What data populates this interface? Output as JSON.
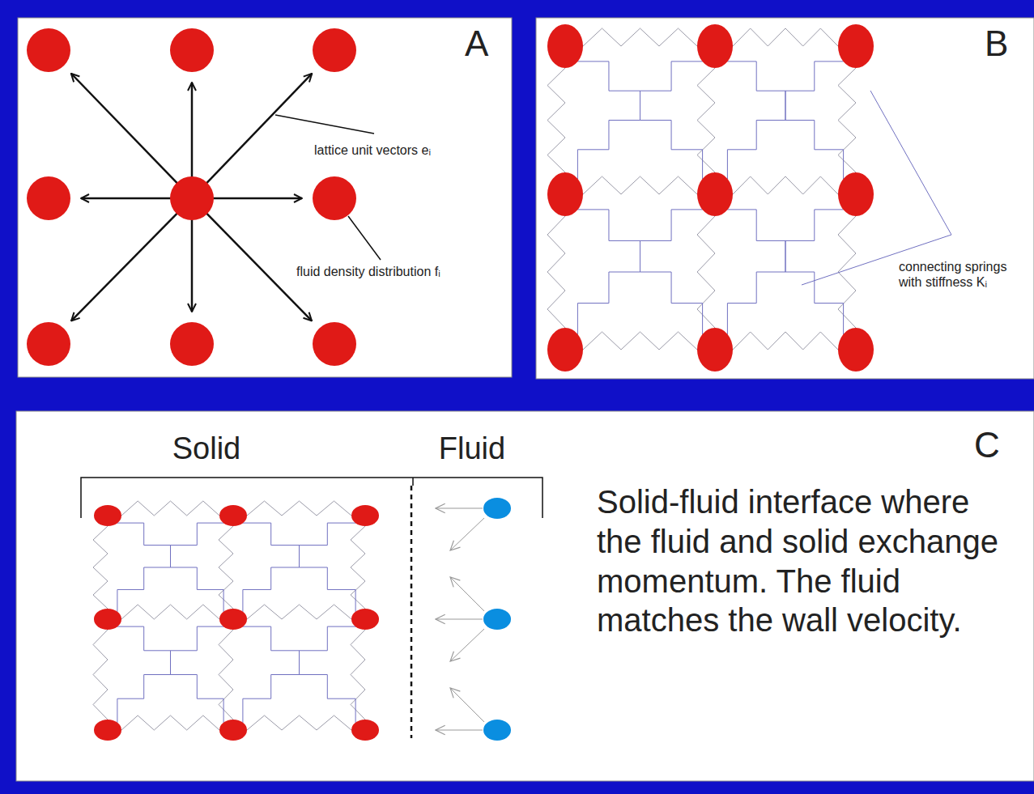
{
  "diagram": {
    "labels": [
      "A",
      "B",
      "C",
      "lattice unit vectors eᵢ",
      "fluid density distribution fᵢ",
      "connecting springs with stiffness Kᵢ",
      "Solid",
      "Fluid",
      "Solid-fluid interface where the fluid and solid exchange momentum. The fluid matches the wall velocity."
    ]
  }
}
